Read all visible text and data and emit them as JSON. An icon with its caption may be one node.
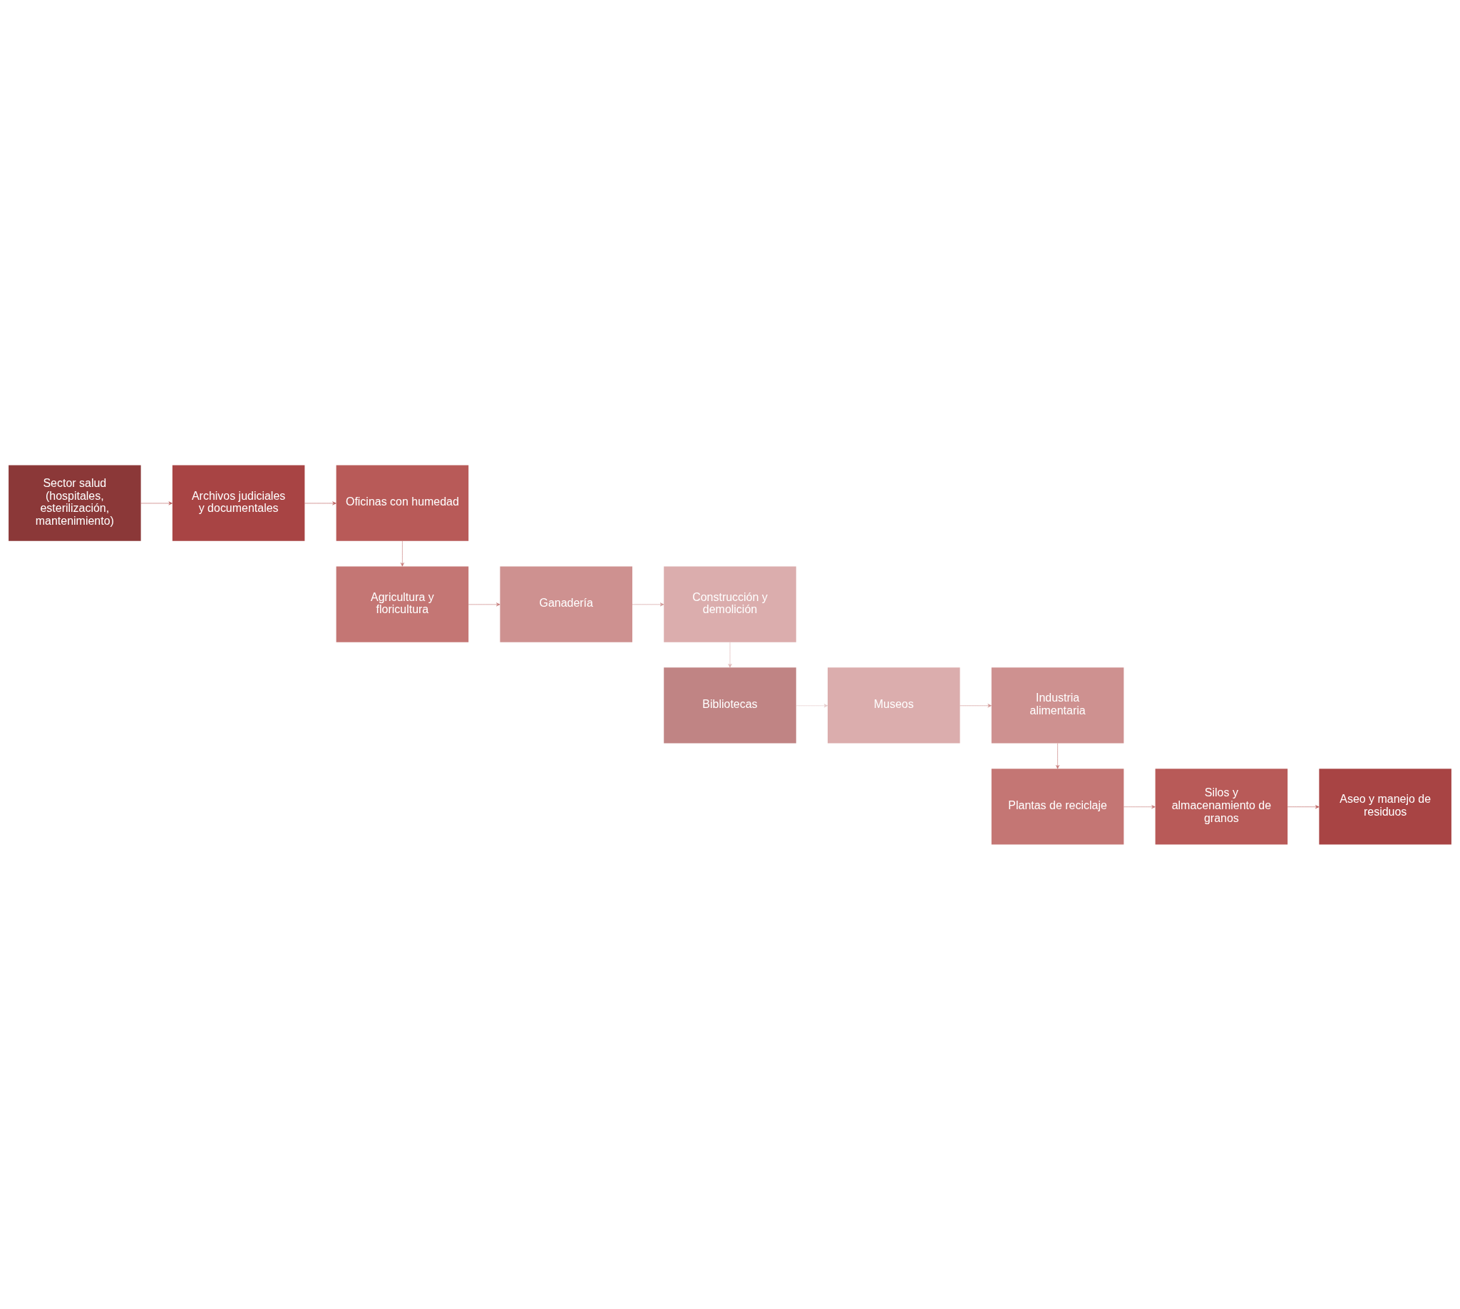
{
  "diagram": {
    "nodes": [
      {
        "text": [
          "Sector salud (hospitales, esterilización, mantenimiento)"
        ]
      },
      {
        "text": [
          "Archivos judiciales y documentales"
        ]
      },
      {
        "text": [
          "Oficinas con humedad"
        ]
      },
      {
        "text": [
          "Agricultura y floricultura"
        ]
      },
      {
        "text": [
          "Ganadería"
        ]
      },
      {
        "text": [
          "Construcción y demolición"
        ]
      },
      {
        "text": [
          "Bibliotecas"
        ]
      },
      {
        "text": [
          "Museos"
        ]
      },
      {
        "text": [
          "Industria alimentaria"
        ]
      },
      {
        "text": [
          "Plantas de reciclaje"
        ]
      },
      {
        "text": [
          "Silos y almacenamiento de granos"
        ]
      },
      {
        "text": [
          "Aseo y manejo de residuos"
        ]
      }
    ],
    "edges": [
      {
        "from": 0,
        "to": 1,
        "arrow": "to",
        "color": "#b85a58"
      },
      {
        "from": 1,
        "to": 2,
        "arrow": "to",
        "color": "#b85a58"
      },
      {
        "from": 2,
        "to": 3,
        "arrow": "to",
        "color": "#c47674"
      },
      {
        "from": 3,
        "to": 4,
        "arrow": "to",
        "color": "#c47674"
      },
      {
        "from": 4,
        "to": 5,
        "arrow": "to",
        "color": "#ce9190"
      },
      {
        "from": 5,
        "to": 6,
        "arrow": "to",
        "color": "#dbadad"
      },
      {
        "from": 6,
        "to": 7,
        "arrow": "to",
        "color": "#e4c8c8"
      },
      {
        "from": 7,
        "to": 8,
        "arrow": "to",
        "color": "#ce9190"
      },
      {
        "from": 8,
        "to": 9,
        "arrow": "to",
        "color": "#c47674"
      },
      {
        "from": 9,
        "to": 10,
        "arrow": "to",
        "color": "#c47674"
      },
      {
        "from": 10,
        "to": 11,
        "arrow": "to",
        "color": "#b85a58"
      }
    ]
  }
}
